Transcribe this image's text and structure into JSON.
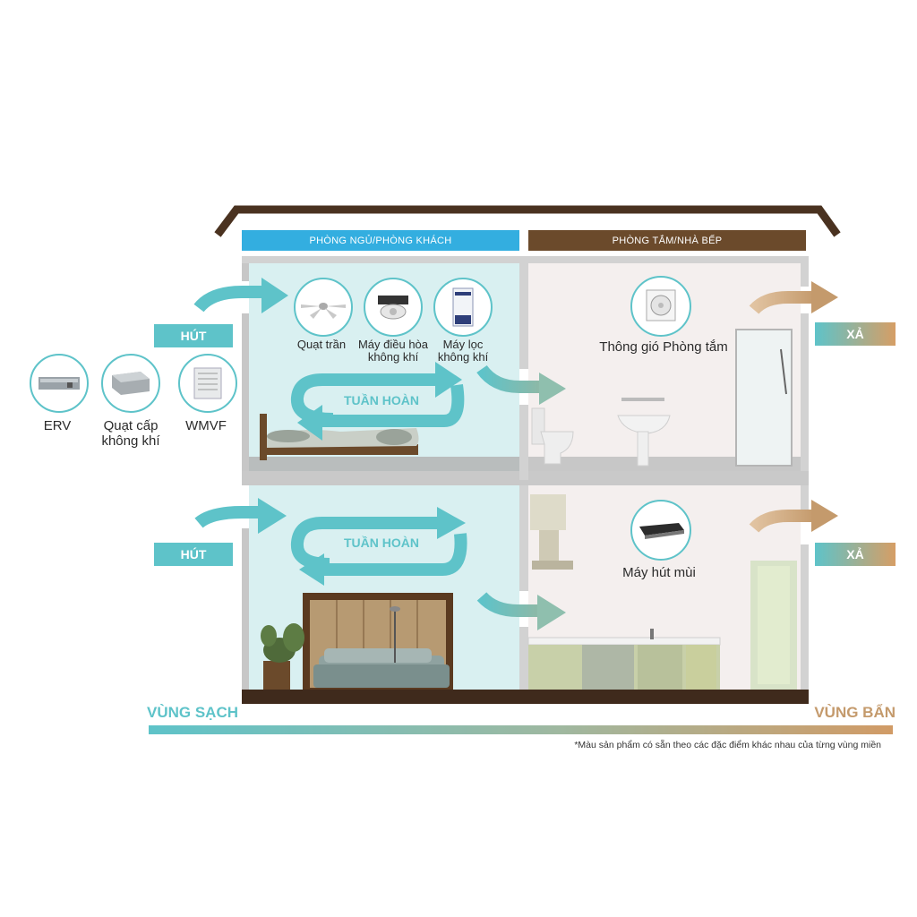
{
  "headers": {
    "left_zone": "PHÒNG NGỦ/PHÒNG KHÁCH",
    "right_zone": "PHÒNG TẮM/NHÀ BẾP"
  },
  "intake_label": "HÚT",
  "exhaust_label": "XẢ",
  "recirculation_label": "TUẦN HOÀN",
  "external_devices": [
    {
      "label": "ERV"
    },
    {
      "label": "Quạt cấp không khí"
    },
    {
      "label": "WMVF"
    }
  ],
  "indoor_devices": [
    {
      "label": "Quạt trần"
    },
    {
      "label": "Máy điều hòa không khí"
    },
    {
      "label": "Máy lọc không khí"
    }
  ],
  "bathroom_device": "Thông gió Phòng tắm",
  "kitchen_device": "Máy hút mùi",
  "zones": {
    "clean": "VÙNG SẠCH",
    "dirty": "VÙNG BẨN"
  },
  "footnote": "*Màu sản phẩm có sẵn theo các đặc điểm khác nhau của từng vùng miền",
  "colors": {
    "teal": "#5ec3c9",
    "brown": "#6b4a2b",
    "header_blue": "#33aee0",
    "tan": "#c49a6c"
  }
}
